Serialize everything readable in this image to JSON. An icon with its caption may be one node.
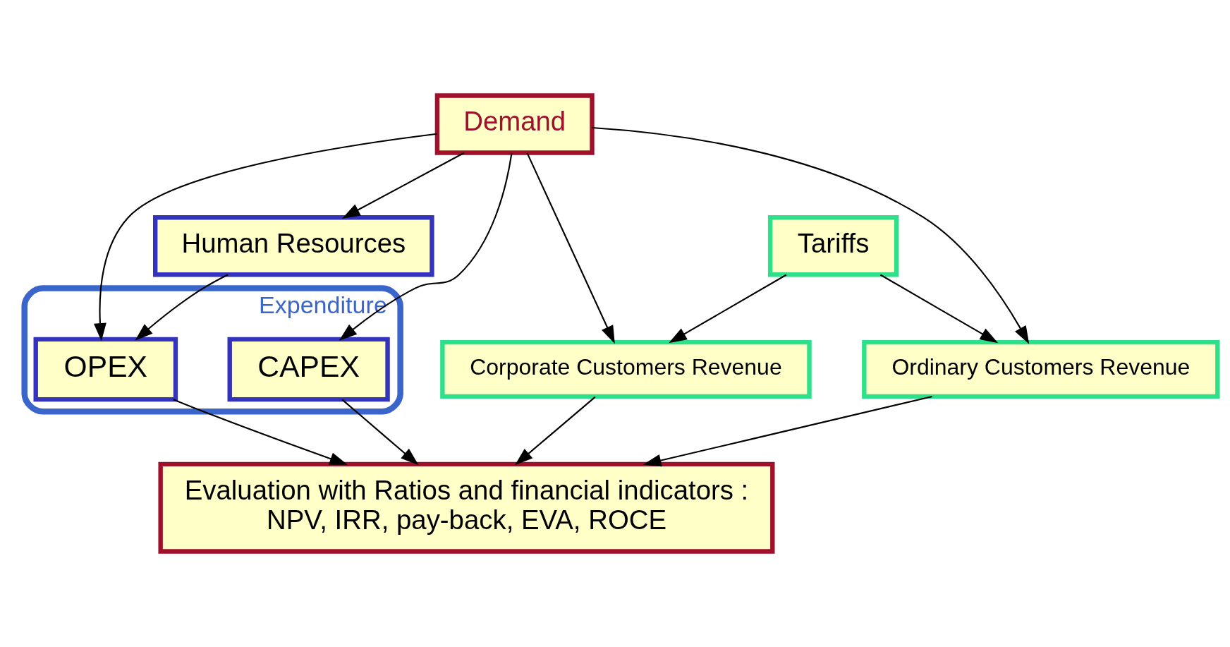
{
  "diagram": {
    "nodes": [
      {
        "text": [
          "Demand"
        ]
      },
      {
        "text": [
          "Tariffs"
        ]
      },
      {
        "text": [
          "Human Resources"
        ]
      },
      {
        "text": [
          "Corporate Customers Revenue"
        ]
      },
      {
        "text": [
          "Ordinary Customers Revenue"
        ]
      },
      {
        "text": [
          "Expenditure"
        ]
      },
      {
        "text": [
          "CAPEX"
        ],
        "in": 5
      },
      {
        "text": [
          "OPEX"
        ],
        "in": 5
      },
      {
        "text": [
          "Evaluation with Ratios and financial indicators :",
          "NPV, IRR, pay-back, EVA, ROCE"
        ]
      }
    ],
    "edges": [
      {
        "from": 0,
        "to": 3,
        "arrow": "to"
      },
      {
        "from": 0,
        "to": 4,
        "arrow": "to"
      },
      {
        "from": 0,
        "to": 6,
        "arrow": "to"
      },
      {
        "from": 0,
        "to": 7,
        "arrow": "to"
      },
      {
        "from": 0,
        "to": 2,
        "arrow": "to"
      },
      {
        "from": 1,
        "to": 3,
        "arrow": "to"
      },
      {
        "from": 1,
        "to": 4,
        "arrow": "to"
      },
      {
        "from": 2,
        "to": 7,
        "arrow": "to"
      },
      {
        "from": 3,
        "to": 8,
        "arrow": "to"
      },
      {
        "from": 4,
        "to": 8,
        "arrow": "to"
      },
      {
        "from": 6,
        "to": 8,
        "arrow": "to"
      },
      {
        "from": 7,
        "to": 8,
        "arrow": "to"
      }
    ]
  }
}
